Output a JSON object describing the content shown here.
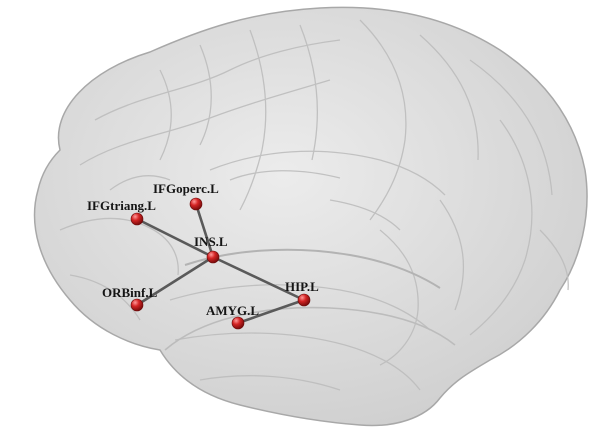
{
  "colors": {
    "brain_fill": "#d9d9d9",
    "brain_edge": "#a8a8a8",
    "node": "#d42424",
    "node_highlight": "#ff8a8a",
    "edge": "#5a5a5a"
  },
  "nodes": [
    {
      "id": "IFGoperc",
      "label": "IFGoperc.L"
    },
    {
      "id": "IFGtriang",
      "label": "IFGtriang.L"
    },
    {
      "id": "INS",
      "label": "INS.L"
    },
    {
      "id": "ORBinf",
      "label": "ORBinf.L"
    },
    {
      "id": "HIP",
      "label": "HIP.L"
    },
    {
      "id": "AMYG",
      "label": "AMYG.L"
    }
  ],
  "edges": [
    {
      "from": "IFGtriang",
      "to": "INS"
    },
    {
      "from": "IFGoperc",
      "to": "INS"
    },
    {
      "from": "ORBinf",
      "to": "INS"
    },
    {
      "from": "INS",
      "to": "HIP"
    },
    {
      "from": "AMYG",
      "to": "HIP"
    }
  ]
}
